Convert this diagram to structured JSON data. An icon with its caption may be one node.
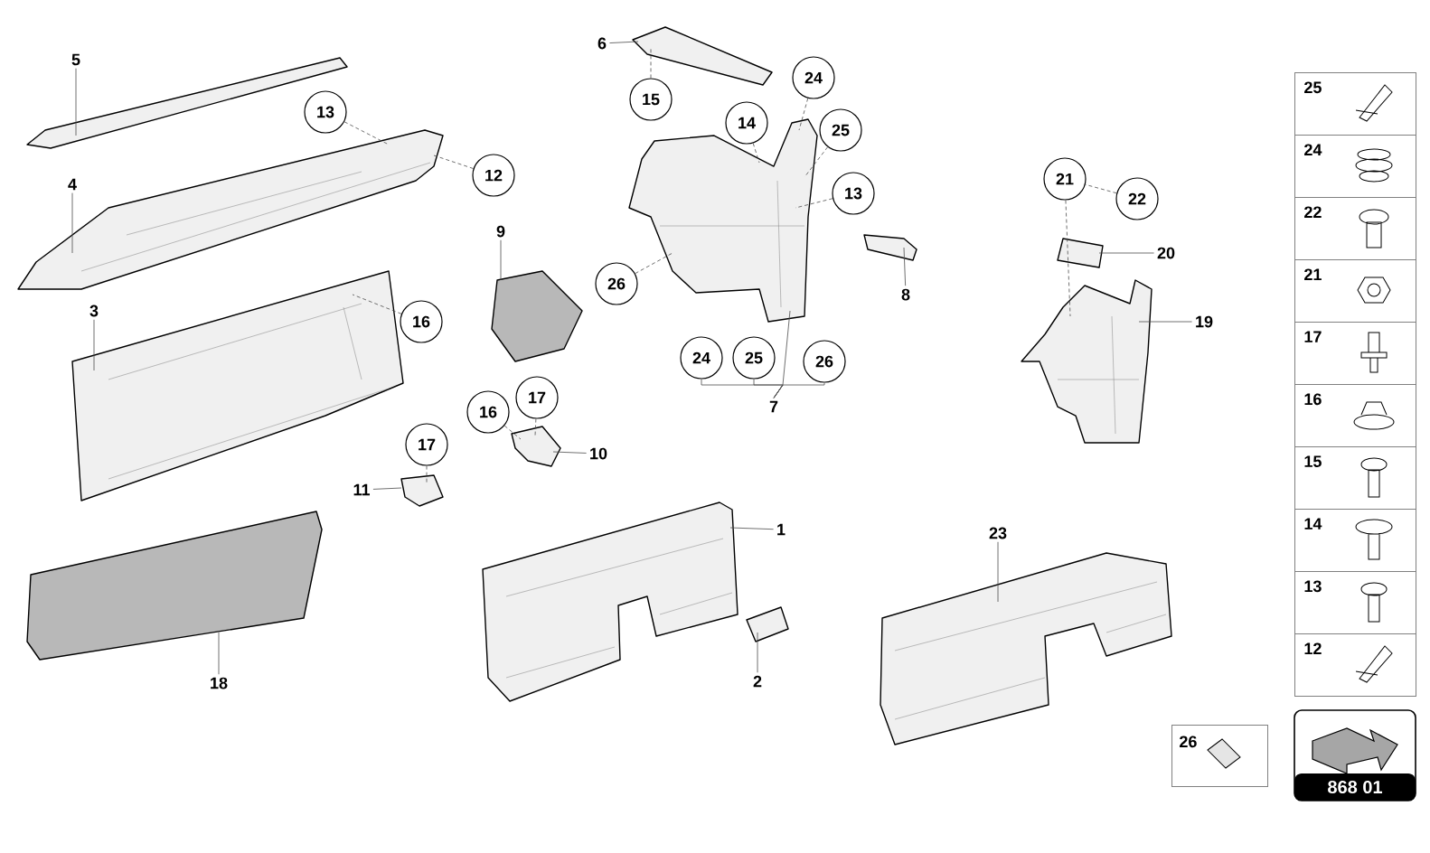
{
  "diagram": {
    "nodes": [
      {
        "text": [
          "5"
        ]
      },
      {
        "text": [],
        "shape": "picture"
      },
      {
        "text": [
          "13"
        ]
      },
      {
        "text": [
          "12"
        ]
      },
      {
        "text": [
          "4"
        ]
      },
      {
        "text": [],
        "shape": "picture"
      },
      {
        "text": [
          "3"
        ]
      },
      {
        "text": [],
        "shape": "picture"
      },
      {
        "text": [
          "16"
        ]
      },
      {
        "text": [
          "9"
        ]
      },
      {
        "text": [],
        "shape": "picture"
      },
      {
        "text": [
          "6"
        ]
      },
      {
        "text": [],
        "shape": "picture"
      },
      {
        "text": [
          "15"
        ]
      },
      {
        "text": [
          "14"
        ]
      },
      {
        "text": [
          "24"
        ]
      },
      {
        "text": [
          "25"
        ]
      },
      {
        "text": [
          "13"
        ]
      },
      {
        "text": [],
        "shape": "picture"
      },
      {
        "text": [
          "26"
        ]
      },
      {
        "text": [
          "8"
        ]
      },
      {
        "text": [],
        "shape": "picture"
      },
      {
        "text": [
          "24"
        ]
      },
      {
        "text": [
          "25"
        ]
      },
      {
        "text": [
          "26"
        ]
      },
      {
        "text": [
          "7"
        ]
      },
      {
        "text": [
          "21"
        ]
      },
      {
        "text": [
          "22"
        ]
      },
      {
        "text": [
          "20"
        ]
      },
      {
        "text": [],
        "shape": "picture"
      },
      {
        "text": [
          "19"
        ]
      },
      {
        "text": [],
        "shape": "picture"
      },
      {
        "text": [
          "16"
        ]
      },
      {
        "text": [
          "17"
        ]
      },
      {
        "text": [
          "10"
        ]
      },
      {
        "text": [],
        "shape": "picture"
      },
      {
        "text": [
          "17"
        ]
      },
      {
        "text": [
          "11"
        ]
      },
      {
        "text": [],
        "shape": "picture"
      },
      {
        "text": [
          "1"
        ]
      },
      {
        "text": [],
        "shape": "picture"
      },
      {
        "text": [
          "2"
        ]
      },
      {
        "text": [],
        "shape": "picture"
      },
      {
        "text": [
          "18"
        ]
      },
      {
        "text": [],
        "shape": "picture"
      },
      {
        "text": [
          "23"
        ]
      },
      {
        "text": [],
        "shape": "picture"
      },
      {
        "text": [
          "26"
        ]
      },
      {
        "text": [
          "25"
        ]
      },
      {
        "text": [
          "24"
        ]
      },
      {
        "text": [
          "22"
        ]
      },
      {
        "text": [
          "21"
        ]
      },
      {
        "text": [
          "17"
        ]
      },
      {
        "text": [
          "16"
        ]
      },
      {
        "text": [
          "15"
        ]
      },
      {
        "text": [
          "14"
        ]
      },
      {
        "text": [
          "13"
        ]
      },
      {
        "text": [
          "12"
        ]
      },
      {
        "text": [
          "868 01"
        ]
      }
    ],
    "edges": [
      {
        "from": 0,
        "to": 1,
        "arrow": "none"
      },
      {
        "from": 2,
        "to": 5,
        "arrow": "none",
        "style": "dashed"
      },
      {
        "from": 3,
        "to": 5,
        "arrow": "none",
        "style": "dashed"
      },
      {
        "from": 4,
        "to": 5,
        "arrow": "none"
      },
      {
        "from": 6,
        "to": 7,
        "arrow": "none"
      },
      {
        "from": 8,
        "to": 7,
        "arrow": "none",
        "style": "dashed"
      },
      {
        "from": 9,
        "to": 10,
        "arrow": "none"
      },
      {
        "from": 11,
        "to": 12,
        "arrow": "none"
      },
      {
        "from": 13,
        "to": 12,
        "arrow": "none",
        "style": "dashed"
      },
      {
        "from": 14,
        "to": 18,
        "arrow": "none",
        "style": "dashed"
      },
      {
        "from": 15,
        "to": 18,
        "arrow": "none",
        "style": "dashed"
      },
      {
        "from": 16,
        "to": 18,
        "arrow": "none",
        "style": "dashed"
      },
      {
        "from": 17,
        "to": 18,
        "arrow": "none",
        "style": "dashed"
      },
      {
        "from": 19,
        "to": 18,
        "arrow": "none",
        "style": "dashed"
      },
      {
        "from": 20,
        "to": 21,
        "arrow": "none"
      },
      {
        "from": 25,
        "to": 18,
        "arrow": "none"
      },
      {
        "from": 25,
        "to": 22,
        "arrow": "none"
      },
      {
        "from": 25,
        "to": 23,
        "arrow": "none"
      },
      {
        "from": 25,
        "to": 24,
        "arrow": "none"
      },
      {
        "from": 26,
        "to": 31,
        "arrow": "none",
        "style": "dashed"
      },
      {
        "from": 27,
        "to": 26,
        "arrow": "none",
        "style": "dashed"
      },
      {
        "from": 28,
        "to": 29,
        "arrow": "none"
      },
      {
        "from": 30,
        "to": 31,
        "arrow": "none"
      },
      {
        "from": 32,
        "to": 35,
        "arrow": "none",
        "style": "dashed"
      },
      {
        "from": 33,
        "to": 35,
        "arrow": "none",
        "style": "dashed"
      },
      {
        "from": 34,
        "to": 35,
        "arrow": "none"
      },
      {
        "from": 36,
        "to": 38,
        "arrow": "none",
        "style": "dashed"
      },
      {
        "from": 37,
        "to": 38,
        "arrow": "none"
      },
      {
        "from": 39,
        "to": 40,
        "arrow": "none"
      },
      {
        "from": 41,
        "to": 42,
        "arrow": "none"
      },
      {
        "from": 43,
        "to": 44,
        "arrow": "none"
      },
      {
        "from": 45,
        "to": 46,
        "arrow": "none"
      }
    ]
  }
}
